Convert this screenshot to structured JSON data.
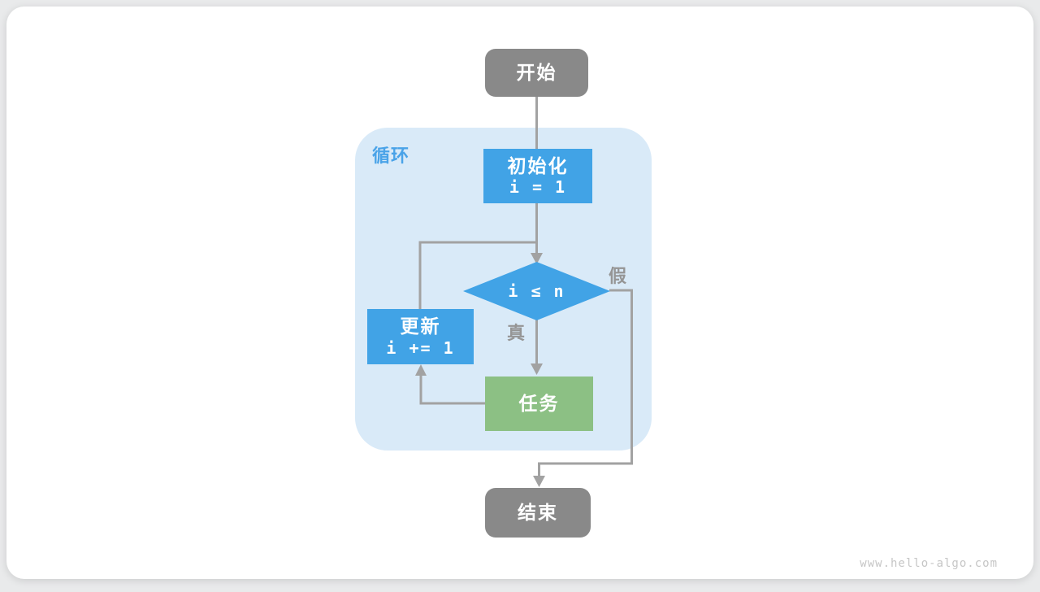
{
  "watermark": "www.hello-algo.com",
  "diagram": {
    "loop_label": "循环",
    "nodes": {
      "start": {
        "label": "开始"
      },
      "init": {
        "label": "初始化",
        "code": "i = 1"
      },
      "condition": {
        "code": "i ≤ n"
      },
      "update": {
        "label": "更新",
        "code": "i += 1"
      },
      "task": {
        "label": "任务"
      },
      "end": {
        "label": "结束"
      }
    },
    "edges": {
      "true_label": "真",
      "false_label": "假"
    }
  },
  "colors": {
    "node_blue": "#41a3e6",
    "node_green": "#8cc084",
    "node_gray": "#898989",
    "loop_background": "#d9eaf8",
    "loop_label": "#4aa3e8",
    "connector": "#a2a2a2",
    "edge_label": "#959595",
    "watermark": "#c6c6c6",
    "card_background": "#ffffff"
  }
}
